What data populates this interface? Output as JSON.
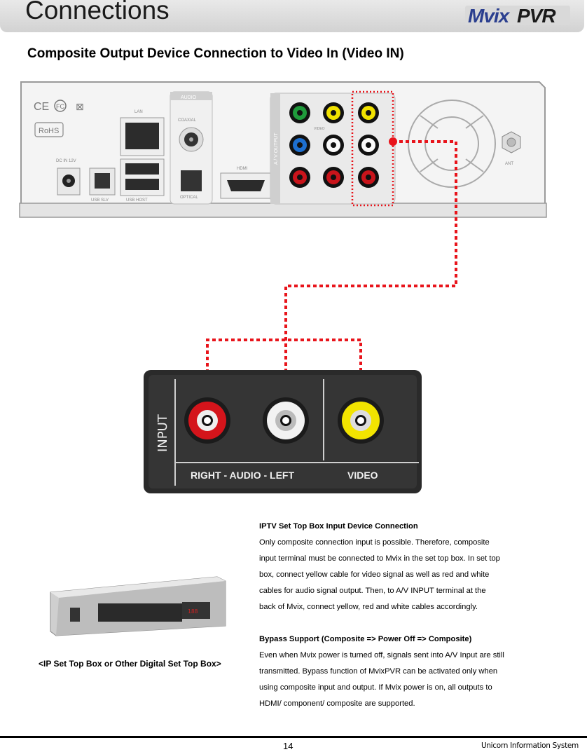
{
  "header": {
    "title": "Connections",
    "logo_text": "MvixPVR"
  },
  "section_title": "Composite Output Device Connection to Video In (Video IN)",
  "device_rear_panel": {
    "labels": [
      "LAN",
      "AUDIO",
      "COAXIAL",
      "OPTICAL",
      "HDMI",
      "DC IN 12V",
      "USB SLV",
      "USB HOST",
      "A / V OUTPUT",
      "VIDEO",
      "ANT",
      "RoHS"
    ]
  },
  "input_panel": {
    "side_label": "INPUT",
    "audio_label": "RIGHT - AUDIO - LEFT",
    "video_label": "VIDEO"
  },
  "stb_caption": "<IP Set Top Box or Other Digital Set Top Box>",
  "text": {
    "heading1": "IPTV Set Top Box Input Device Connection",
    "p1": [
      "Only composite connection input is possible. Therefore, composite",
      "input terminal must be connected to Mvix in the set top box. In set top",
      "box, connect yellow cable for video signal as well as red and white",
      "cables for audio signal output. Then, to A/V INPUT terminal at the",
      "back of Mvix, connect yellow, red and white cables accordingly."
    ],
    "heading2": "Bypass Support (Composite => Power Off => Composite)",
    "p2": [
      "Even when Mvix power is turned off, signals sent into A/V Input are still",
      "transmitted. Bypass function of MvixPVR can be activated only when",
      "using composite input and output. If Mvix power is on, all outputs to",
      "HDMI/ component/ composite are supported."
    ]
  },
  "footer": {
    "page_number": "14",
    "company": "Unicorn Information System"
  },
  "colors": {
    "cable": "#e8141b",
    "header_bg": "#d9d9d9",
    "jack_yellow": "#f2e400",
    "jack_red": "#d4141b"
  }
}
